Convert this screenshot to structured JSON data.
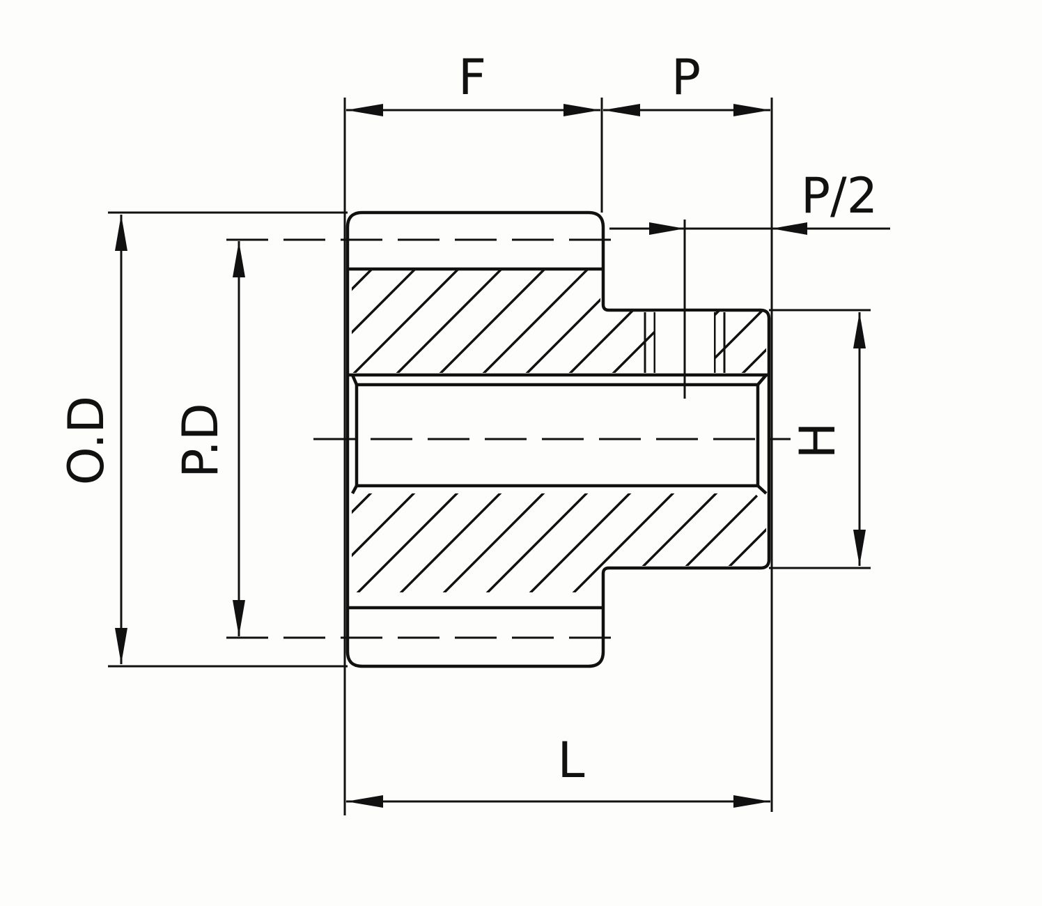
{
  "labels": {
    "face_width": "F",
    "pitch": "P",
    "half_pitch": "P/2",
    "outside_diameter": "O.D",
    "pitch_diameter": "P.D",
    "hub_diameter": "H",
    "overall_length": "L"
  }
}
